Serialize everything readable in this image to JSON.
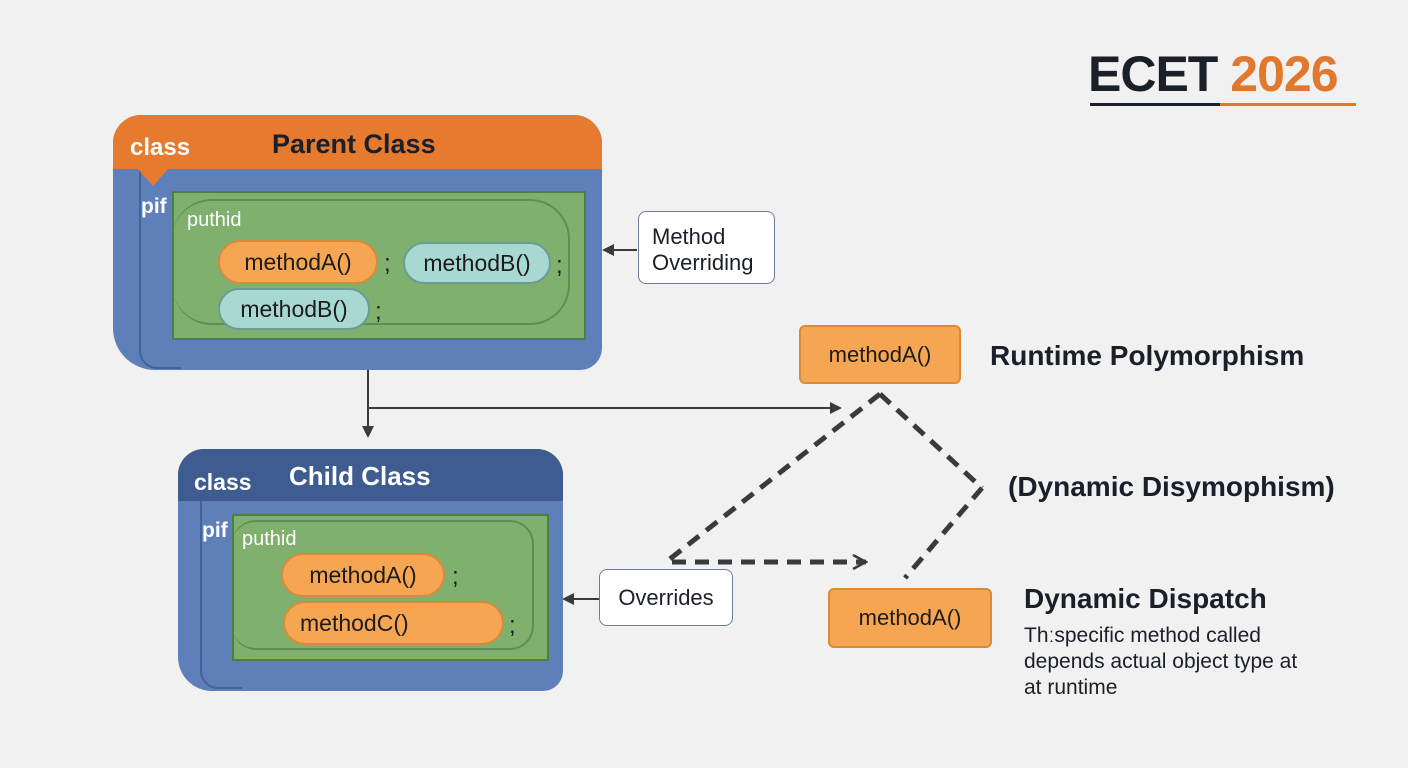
{
  "brand": {
    "word": "ECET",
    "year": "2026",
    "color_dark": "#1b1f2a",
    "color_accent": "#e0782e"
  },
  "parent_class": {
    "keyword": "class",
    "title": "Parent Class",
    "pif": "pif",
    "puthid": "puthid",
    "methods": [
      "methodA()",
      "methodB()",
      "methodB()"
    ],
    "separator": ";",
    "header_color": "#e67a2f",
    "body_color": "#5f7fba",
    "panel_color": "#7fb06e"
  },
  "child_class": {
    "keyword": "class",
    "title": "Child Class",
    "pif": "pif",
    "puthid": "puthid",
    "methods": [
      "methodA()",
      "methodC()"
    ],
    "separator": ";",
    "header_color": "#3e5c90"
  },
  "labels": {
    "method_overriding_line1": "Method",
    "method_overriding_line2": "Overriding",
    "overrides": "Overrides"
  },
  "polymorphism": {
    "top_method": "methodA()",
    "bottom_method": "methodA()",
    "runtime_heading": "Runtime Polymorphism",
    "dynamic_heading": "(Dynamic Disymophism)",
    "dispatch_heading": "Dynamic Dispatch",
    "dispatch_line1": "Thːspecific method called",
    "dispatch_line2": "depends actual object type at",
    "dispatch_line3": "at runtime",
    "method_color": "#f6a552"
  }
}
